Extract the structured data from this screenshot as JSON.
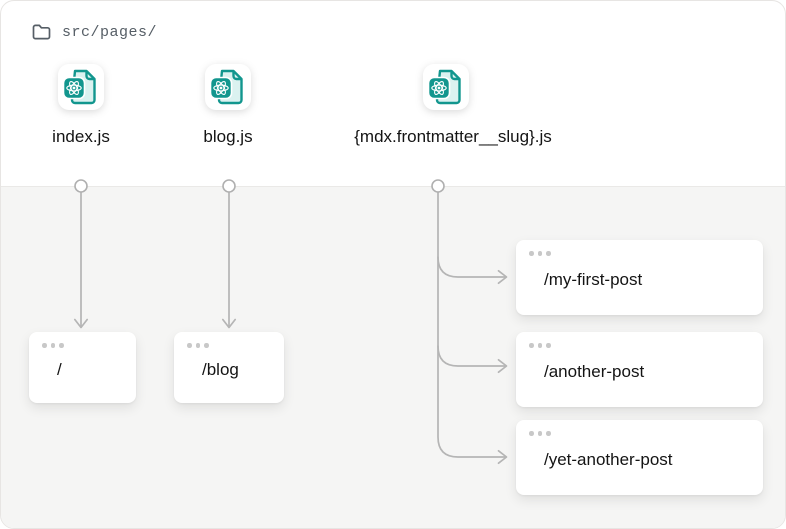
{
  "header": {
    "path_label": "src/pages/"
  },
  "files": [
    {
      "name": "index.js"
    },
    {
      "name": "blog.js"
    },
    {
      "name": "{mdx.frontmatter__slug}.js"
    }
  ],
  "routes": [
    {
      "path": "/"
    },
    {
      "path": "/blog"
    },
    {
      "path": "/my-first-post"
    },
    {
      "path": "/another-post"
    },
    {
      "path": "/yet-another-post"
    }
  ],
  "connections": [
    {
      "from": "index.js",
      "to": "/"
    },
    {
      "from": "blog.js",
      "to": "/blog"
    },
    {
      "from": "{mdx.frontmatter__slug}.js",
      "to": "/my-first-post"
    },
    {
      "from": "{mdx.frontmatter__slug}.js",
      "to": "/another-post"
    },
    {
      "from": "{mdx.frontmatter__slug}.js",
      "to": "/yet-another-post"
    }
  ],
  "colors": {
    "teal": "#12968e",
    "teal_light": "#dbf2f0",
    "panel_bg": "#f5f5f4",
    "line_gray": "#b5b5b5",
    "muted_text": "#565e66",
    "dark_text": "#141414"
  }
}
